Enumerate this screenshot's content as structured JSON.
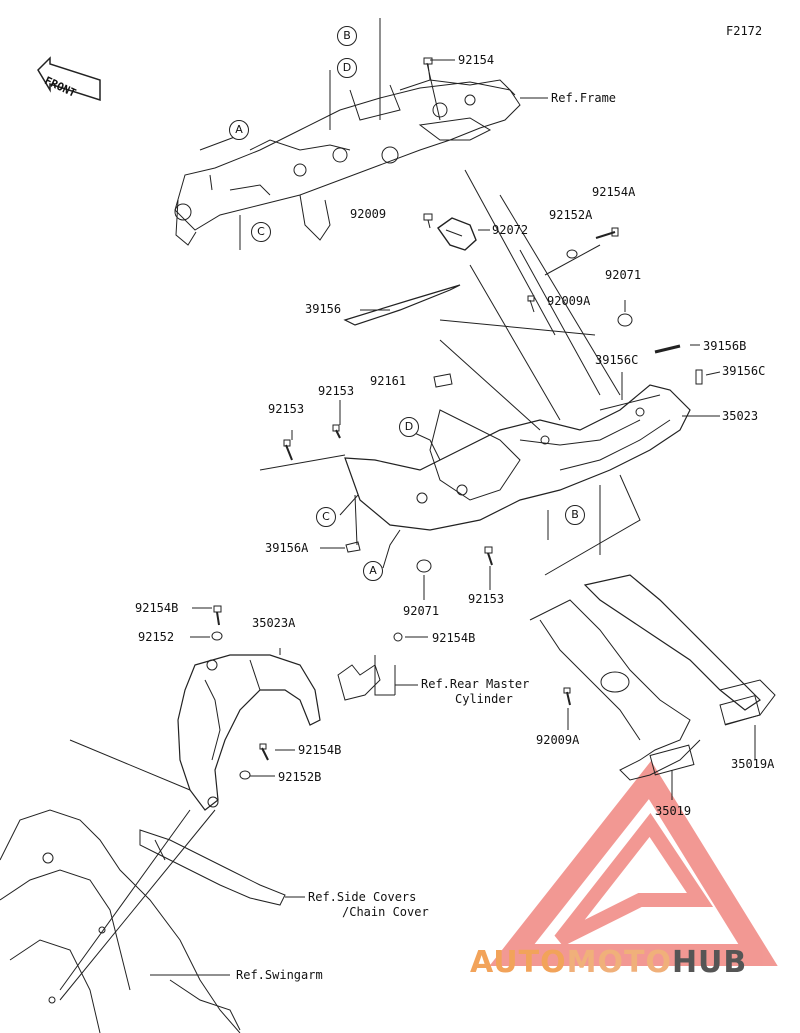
{
  "figure_code": "F2172",
  "front_label": "FRONT",
  "callouts": {
    "a": "A",
    "b": "B",
    "c": "C",
    "d": "D"
  },
  "parts": {
    "p92154": "92154",
    "p92154a": "92154A",
    "p92152a": "92152A",
    "p92009": "92009",
    "p92072": "92072",
    "p39156": "39156",
    "p92009a_top": "92009A",
    "p92071_top": "92071",
    "p39156b": "39156B",
    "p39156c_left": "39156C",
    "p39156c_right": "39156C",
    "p92161": "92161",
    "p92153_a": "92153",
    "p92153_b": "92153",
    "p35023": "35023",
    "p39156a": "39156A",
    "p92071_bottom": "92071",
    "p92153_c": "92153",
    "p92154b_a": "92154B",
    "p35023a": "35023A",
    "p92152": "92152",
    "p92154b_b": "92154B",
    "p92009a_bottom": "92009A",
    "p92154b_c": "92154B",
    "p92152b": "92152B",
    "p35019a": "35019A",
    "p35019": "35019"
  },
  "refs": {
    "frame": "Ref.Frame",
    "rear_master_1": "Ref.Rear Master",
    "rear_master_2": "Cylinder",
    "side_covers_1": "Ref.Side Covers",
    "side_covers_2": "/Chain Cover",
    "swingarm": "Ref.Swingarm"
  },
  "watermark": {
    "part1": "AUTO",
    "part2": "MOTO",
    "part3": "HUB"
  },
  "colors": {
    "line": "#222222",
    "watermark_red": "#e8453c",
    "watermark_orange": "#f2a35a",
    "watermark_gray": "#555555"
  }
}
